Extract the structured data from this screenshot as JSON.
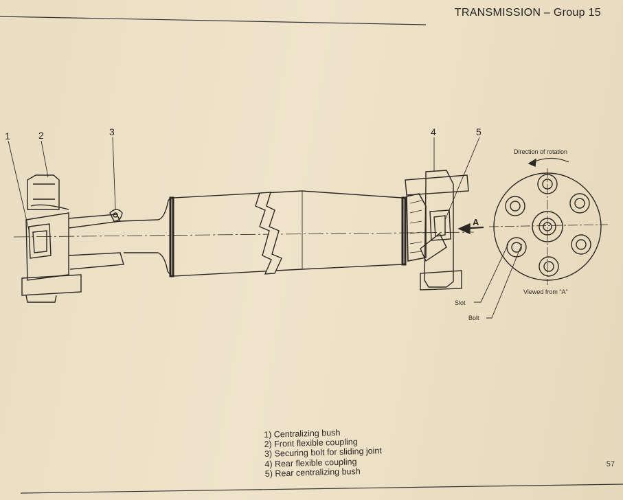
{
  "header": {
    "section": "TRANSMISSION",
    "separator": "–",
    "group": "Group 15"
  },
  "callouts": [
    {
      "num": "1"
    },
    {
      "num": "2"
    },
    {
      "num": "3"
    },
    {
      "num": "4"
    },
    {
      "num": "5"
    }
  ],
  "view_a": {
    "arrow_label": "A",
    "rotation_label": "Direction of rotation",
    "view_caption": "Viewed from \"A\"",
    "slot_label": "Slot",
    "bolt_label": "Bolt"
  },
  "legend": [
    "1) Centralizing bush",
    "2) Front flexible coupling",
    "3) Securing bolt for sliding joint",
    "4) Rear flexible coupling",
    "5) Rear centralizing bush"
  ],
  "page_number": "57"
}
